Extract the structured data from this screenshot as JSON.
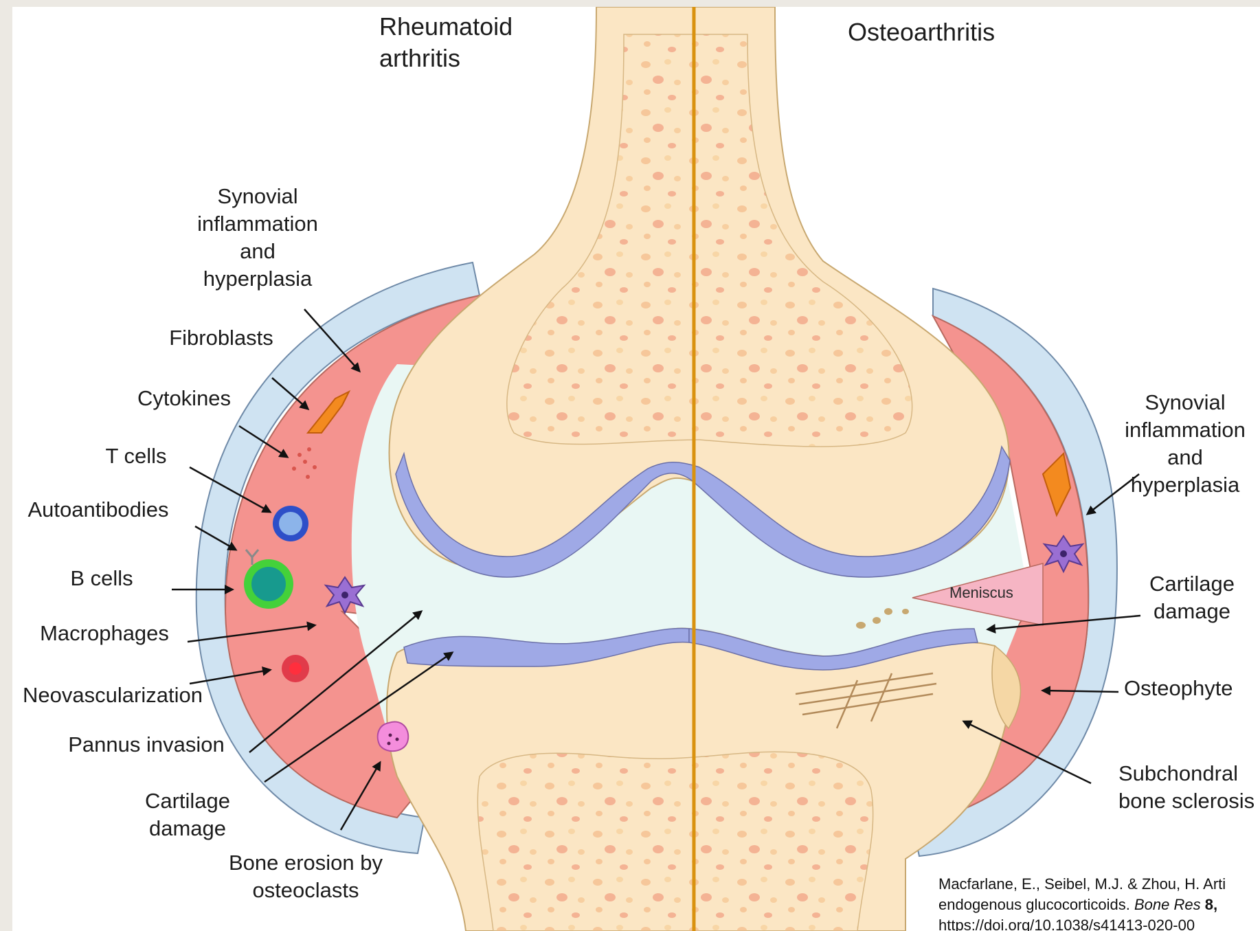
{
  "titles": {
    "left": "Rheumatoid\narthritis",
    "right": "Osteoarthritis"
  },
  "labels_left": {
    "synovial": "Synovial\ninflammation\nand\nhyperplasia",
    "fibroblasts": "Fibroblasts",
    "cytokines": "Cytokines",
    "t_cells": "T cells",
    "autoantibodies": "Autoantibodies",
    "b_cells": "B cells",
    "macrophages": "Macrophages",
    "neovascularization": "Neovascularization",
    "pannus": "Pannus invasion",
    "cartilage_damage": "Cartilage\ndamage",
    "bone_erosion": "Bone erosion by\nosteoclasts"
  },
  "labels_right": {
    "synovial": "Synovial\ninflammation\nand\nhyperplasia",
    "cartilage_damage": "Cartilage\ndamage",
    "osteophyte": "Osteophyte",
    "subchondral": "Subchondral\nbone sclerosis",
    "meniscus": "Meniscus"
  },
  "citation": {
    "line1": "Macfarlane, E., Seibel, M.J. & Zhou, H. Arti",
    "line2_prefix": "endogenous glucocorticoids. ",
    "line2_journal": "Bone Res",
    "line2_volume": " 8,",
    "line3": "https://doi.org/10.1038/s41413-020-00"
  },
  "colors": {
    "bone": "#fbe6c4",
    "bone_outline": "#c8a870",
    "synovium": "#f4938f",
    "capsule": "#cfe3f2",
    "fluid": "#e9f7f4",
    "cartilage": "#9fa9e6",
    "divider": "#d9920f"
  }
}
